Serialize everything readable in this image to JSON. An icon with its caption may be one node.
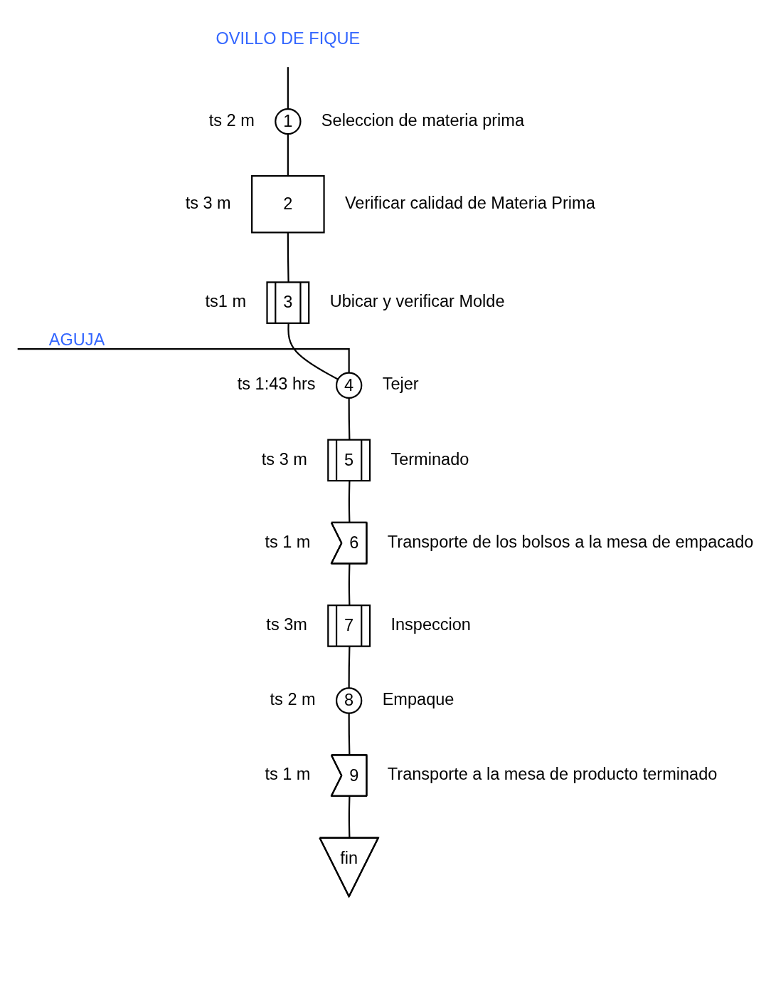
{
  "diagram": {
    "nodes": [
      {
        "text": [
          "OVILLO DE FIQUE"
        ]
      },
      {
        "text": [
          "1"
        ],
        "beside": [
          "ts 2 m",
          "Seleccion de materia prima"
        ]
      },
      {
        "text": [
          "2"
        ],
        "beside": [
          "ts 3 m",
          "Verificar calidad de Materia Prima"
        ]
      },
      {
        "text": [
          "3"
        ],
        "beside": [
          "ts1 m",
          "Ubicar y verificar Molde"
        ]
      },
      {
        "text": [
          "AGUJA"
        ]
      },
      {
        "text": [
          "4"
        ],
        "beside": [
          "ts 1:43 hrs",
          "Tejer"
        ]
      },
      {
        "text": [
          "5"
        ],
        "beside": [
          "ts 3 m",
          "Terminado"
        ]
      },
      {
        "text": [
          "6"
        ],
        "beside": [
          "ts 1 m",
          "Transporte de los bolsos a la mesa de empacado"
        ]
      },
      {
        "text": [
          "7"
        ],
        "beside": [
          "ts 3m",
          "Inspeccion"
        ]
      },
      {
        "text": [
          "8"
        ],
        "beside": [
          "ts 2 m",
          "Empaque"
        ]
      },
      {
        "text": [
          "9"
        ],
        "beside": [
          "ts 1 m",
          "Transporte a la mesa de producto terminado"
        ]
      },
      {
        "text": [
          "fin"
        ]
      }
    ],
    "edges": [
      {
        "from": 0,
        "to": 1,
        "arrow": "none"
      },
      {
        "from": 1,
        "to": 2,
        "arrow": "none"
      },
      {
        "from": 2,
        "to": 3,
        "arrow": "none"
      },
      {
        "from": 3,
        "to": 5,
        "arrow": "none"
      },
      {
        "from": 4,
        "to": 5,
        "arrow": "none"
      },
      {
        "from": 5,
        "to": 6,
        "arrow": "none"
      },
      {
        "from": 6,
        "to": 7,
        "arrow": "none"
      },
      {
        "from": 7,
        "to": 8,
        "arrow": "none"
      },
      {
        "from": 8,
        "to": 9,
        "arrow": "none"
      },
      {
        "from": 9,
        "to": 10,
        "arrow": "none"
      },
      {
        "from": 10,
        "to": 11,
        "arrow": "none"
      }
    ]
  }
}
